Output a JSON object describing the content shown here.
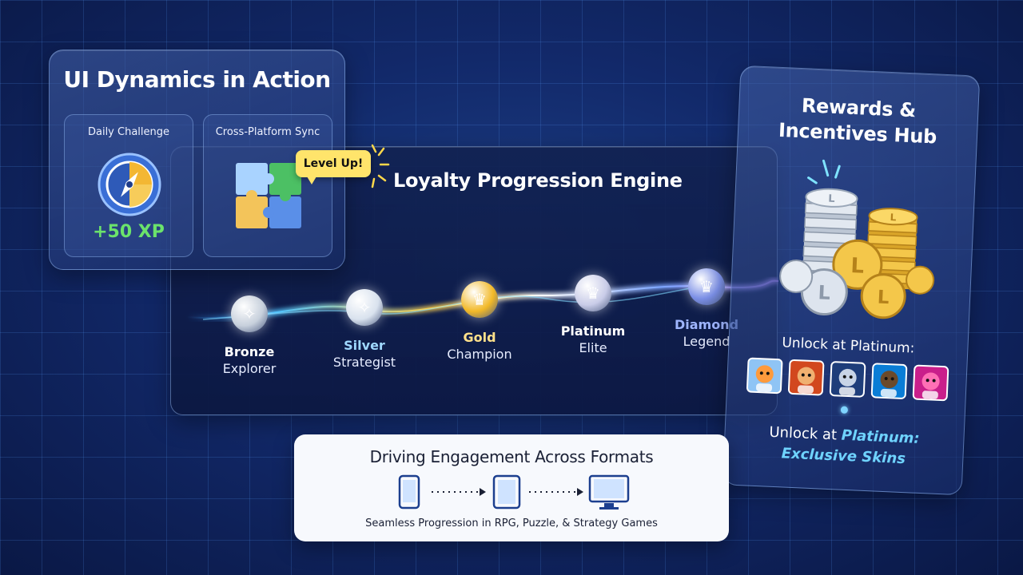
{
  "loyalty": {
    "title": "Loyalty Progression Engine",
    "tiers": [
      {
        "name": "Bronze",
        "subtitle": "Explorer",
        "color": "#c7d0dc",
        "name_color": "#ffffff",
        "icon": "compass-icon"
      },
      {
        "name": "Silver",
        "subtitle": "Strategist",
        "color": "#d9e2ee",
        "name_color": "#9fd8ff",
        "icon": "compass-icon"
      },
      {
        "name": "Gold",
        "subtitle": "Champion",
        "color": "#f2b928",
        "name_color": "#ffe08a",
        "icon": "crown-icon"
      },
      {
        "name": "Platinum",
        "subtitle": "Elite",
        "color": "#c9cce8",
        "name_color": "#ffffff",
        "icon": "crown-icon"
      },
      {
        "name": "Diamond",
        "subtitle": "Legend",
        "color": "#7b8fe6",
        "name_color": "#9fb6ff",
        "icon": "crown-icon"
      }
    ]
  },
  "ui_dynamics": {
    "title": "UI Dynamics in Action",
    "daily_challenge": {
      "label": "Daily Challenge",
      "reward": "+50 XP"
    },
    "cross_platform": {
      "label": "Cross-Platform Sync"
    },
    "level_up": "Level Up!"
  },
  "rewards": {
    "title_line1": "Rewards &",
    "title_line2": "Incentives Hub",
    "unlock_label": "Unlock at Platinum:",
    "unlock_prefix": "Unlock at ",
    "unlock_highlight": "Platinum:",
    "unlock_skins": "Exclusive Skins",
    "avatars": [
      {
        "icon": "fox-astronaut-avatar-icon",
        "bg": "#8fc4f5"
      },
      {
        "icon": "warrior-avatar-icon",
        "bg": "#d2481e"
      },
      {
        "icon": "robot-avatar-icon",
        "bg": "#1e3d7a"
      },
      {
        "icon": "explorer-avatar-icon",
        "bg": "#0a7dd6"
      },
      {
        "icon": "punk-avatar-icon",
        "bg": "#c91f8b"
      }
    ]
  },
  "engagement": {
    "title": "Driving Engagement Across Formats",
    "subtitle": "Seamless Progression in RPG, Puzzle, & Strategy Games",
    "devices": [
      "phone-icon",
      "tablet-icon",
      "desktop-icon"
    ]
  },
  "colors": {
    "accent_cyan": "#6fd3ff",
    "xp_green": "#6be36b",
    "gold": "#f2b928",
    "level_up_yellow": "#ffe46b"
  }
}
